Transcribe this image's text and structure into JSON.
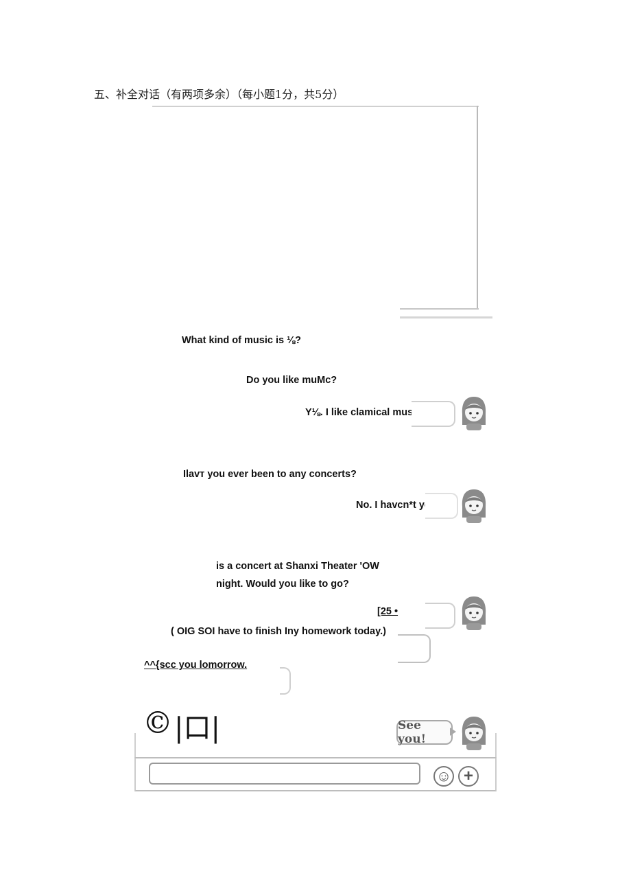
{
  "heading": "五、补全对话（有两项多余）（每小题1分，共5分）",
  "dialogue": [
    {
      "id": "l1",
      "text": "What kind of music is ⅛?"
    },
    {
      "id": "l2",
      "text": "Do you like muMc?"
    },
    {
      "id": "l3",
      "text": "Y⅛. I like clamical music."
    },
    {
      "id": "l4",
      "text": "Ilavт you ever been to any concerts?"
    },
    {
      "id": "l5",
      "text": "No. I havcn*t yet."
    },
    {
      "id": "l6",
      "text": "is a concert at Shanxi Theater 'OW"
    },
    {
      "id": "l7",
      "text": "night. Would you like to go?"
    },
    {
      "id": "l8",
      "text": "[25 •"
    },
    {
      "id": "l9",
      "text": "( OIG SOI have to finish Iny homework today.)"
    },
    {
      "id": "l10",
      "text": "^^{scc you lomorrow."
    }
  ],
  "glyphs": {
    "copyright": "©",
    "box": "|口|"
  },
  "chat": {
    "see_you": "See you!",
    "emoji": "☺",
    "add": "+"
  },
  "icons": {
    "avatar": "girl-avatar-icon",
    "smiley": "smiley-icon",
    "plus": "plus-circle-icon"
  }
}
